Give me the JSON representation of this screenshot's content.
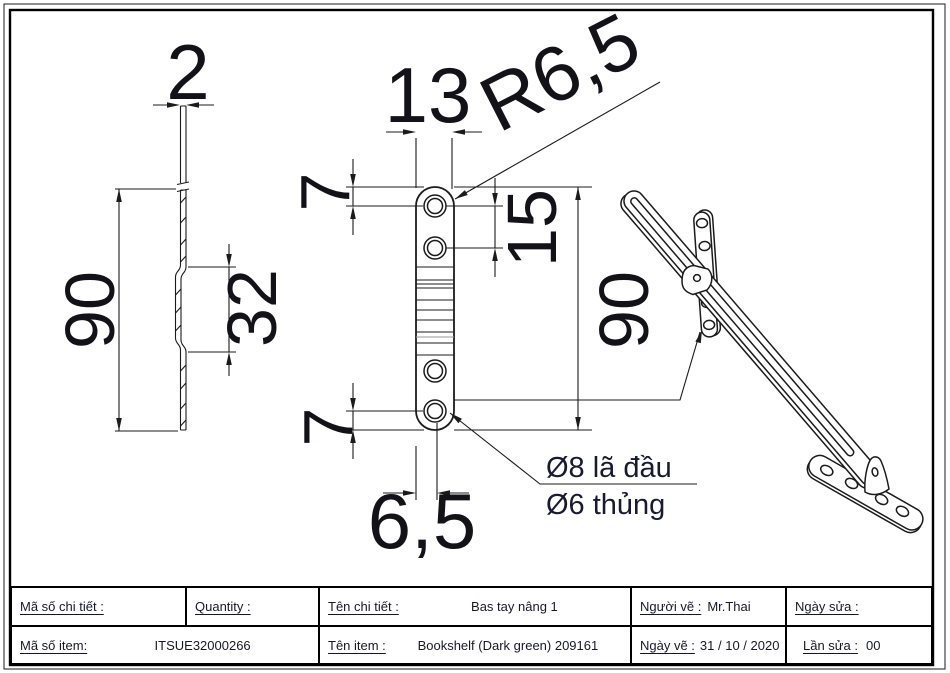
{
  "drawing": {
    "dims": {
      "thickness": "2",
      "overall_height_side": "90",
      "middle_offset": "32",
      "plate_width": "13",
      "end_radius": "R6,5",
      "top_hole_edge_offset": "7",
      "hole_pitch": "15",
      "overall_height_front": "90",
      "bottom_hole_edge_offset": "7",
      "hole_center_from_edge": "6,5"
    },
    "notes": {
      "hole_note_line1": "Ø8 lã đầu",
      "hole_note_line2": "Ø6 thủng"
    }
  },
  "title_block": {
    "part_code_label": "Mã số chi tiết :",
    "quantity_label": "Quantity :",
    "part_name_label": "Tên chi tiết :",
    "part_name_value": "Bas tay nâng 1",
    "drawer_label": "Người vẽ :",
    "drawer_value": "Mr.Thai",
    "revise_date_label": "Ngày sửa :",
    "item_code_label": "Mã số item:",
    "item_code_value": "ITSUE32000266",
    "item_name_label": "Tên item :",
    "item_name_value": "Bookshelf (Dark green) 209161",
    "draw_date_label": "Ngày vẽ :",
    "draw_date_value": "31 / 10 / 2020",
    "revision_label": "Lần sửa :",
    "revision_value": "00"
  }
}
